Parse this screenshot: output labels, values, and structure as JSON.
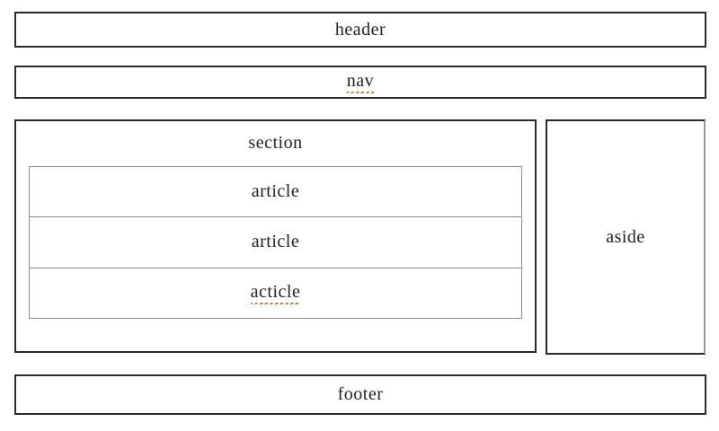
{
  "page": {
    "description": "Wireframe rendering of HTML5 semantic layout boxes",
    "background": "#ffffff"
  },
  "colors": {
    "outer_box_border": "#2b2b2b",
    "article_border": "#8a8a8a",
    "text": "#222222",
    "spellcheck_underline": "#d2691e"
  },
  "boxes": {
    "header": {
      "label": "header"
    },
    "nav": {
      "label": "nav",
      "spellcheck_flagged": true
    },
    "section": {
      "label": "section",
      "articles": [
        {
          "label": "article"
        },
        {
          "label": "article"
        },
        {
          "label": "acticle",
          "spellcheck_flagged": true
        }
      ]
    },
    "aside": {
      "label": "aside"
    },
    "footer": {
      "label": "footer"
    }
  }
}
